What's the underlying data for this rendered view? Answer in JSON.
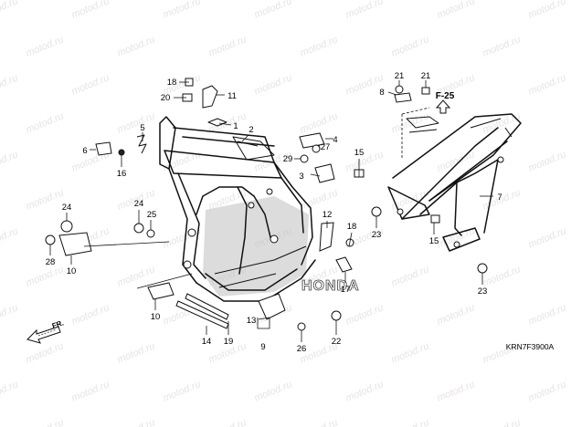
{
  "watermark": "motod.ru",
  "labels": {
    "l1": "1",
    "l2": "2",
    "l3": "3",
    "l4": "4",
    "l5": "5",
    "l6": "6",
    "l7": "7",
    "l8": "8",
    "l9": "9",
    "l10a": "10",
    "l10b": "10",
    "l11": "11",
    "l12": "12",
    "l13": "13",
    "l14": "14",
    "l15a": "15",
    "l15b": "15",
    "l16": "16",
    "l17": "17",
    "l18a": "18",
    "l18b": "18",
    "l19": "19",
    "l20": "20",
    "l21a": "21",
    "l21b": "21",
    "l22": "22",
    "l23a": "23",
    "l23b": "23",
    "l24a": "24",
    "l24b": "24",
    "l25": "25",
    "l26": "26",
    "l27": "27",
    "l28": "28",
    "l29": "29"
  },
  "ref": "F-25",
  "direction": "FR.",
  "diagram_code": "KRN7F3900A",
  "brand": "HONDA"
}
